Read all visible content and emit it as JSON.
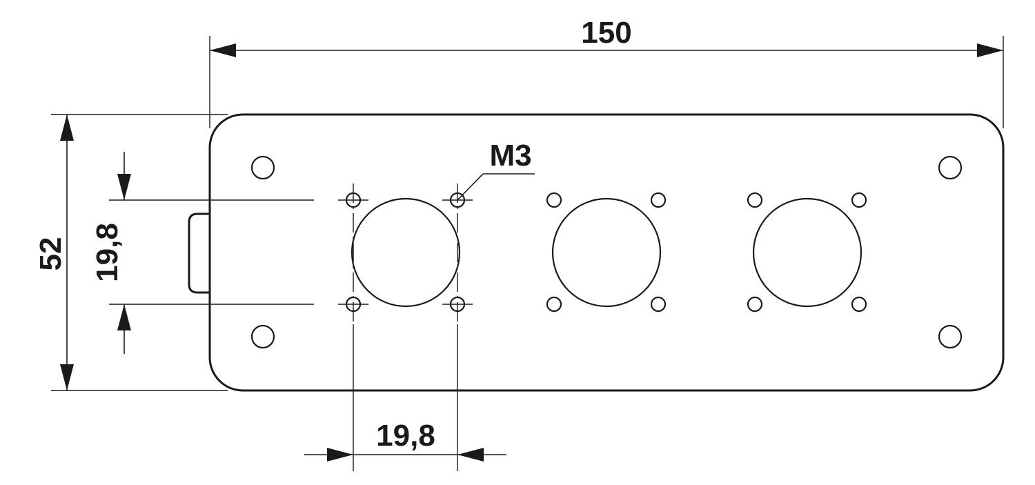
{
  "dimensions": {
    "overall_width": "150",
    "overall_height": "52",
    "hole_spacing_vertical": "19,8",
    "hole_spacing_horizontal": "19,8"
  },
  "callouts": {
    "thread": "M3"
  },
  "components": {
    "cutout_count": 3,
    "mounting_holes_per_cutout": 4,
    "corner_holes": 4
  }
}
